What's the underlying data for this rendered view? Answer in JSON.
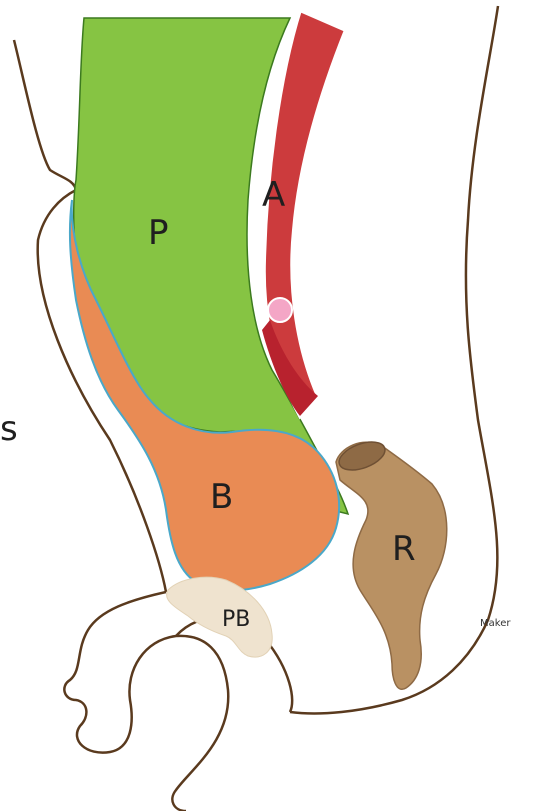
{
  "labels": {
    "p": "P",
    "a": "A",
    "b": "B",
    "r": "R",
    "pb": "PB",
    "s": "s",
    "maker": "Maker"
  },
  "colors": {
    "outline": "#5a3a1e",
    "p_fill": "#86c443",
    "a_fill": "#cc3b3d",
    "a_dark": "#b8222e",
    "a_spot": "#f4a6c6",
    "b_fill": "#e98b54",
    "b_edge": "#4aa8c9",
    "r_fill": "#b99163",
    "r_dark": "#8e6a45",
    "pb_fill": "#efe3cf"
  }
}
